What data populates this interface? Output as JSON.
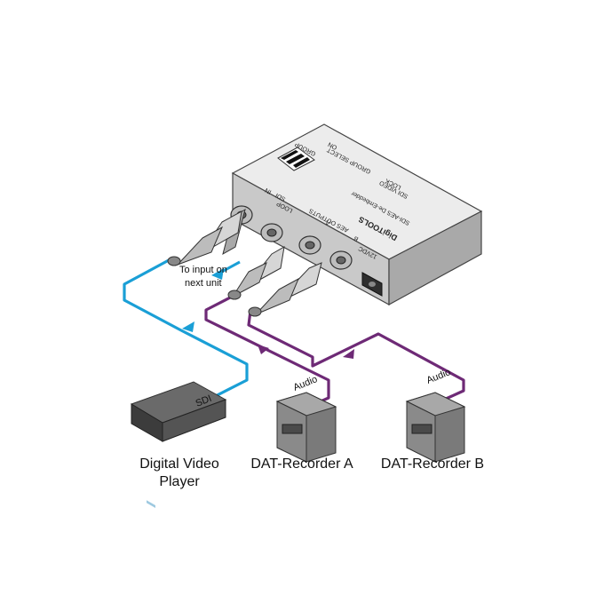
{
  "colors": {
    "sdi_cable": "#1a9fd6",
    "audio_cable": "#6e2a76",
    "device_body": "#e9e9e9",
    "device_front": "#c4c4c4",
    "recorder_body": "#777777",
    "player_body": "#6a6a6a"
  },
  "unit": {
    "brand": "DigiTOOLS",
    "model": "SDI-AES De-Embedder",
    "top_labels": {
      "on": "ON",
      "group": "GROUP",
      "group_select": "GROUP SELECT",
      "lock": "LOCK",
      "sdi_video": "SDI VIDEO"
    },
    "front_labels": {
      "loop": "LOOP",
      "in": "IN",
      "sdi": "SDI",
      "aes_outputs": "AES OUTPUTS",
      "out_a": "A",
      "out_b": "B",
      "power": "12VDC"
    }
  },
  "labels": {
    "to_input_line1": "To input on",
    "to_input_line2": "next unit",
    "sdi": "SDI",
    "audio_a": "Audio",
    "audio_b": "Audio",
    "player_line1": "Digital Video",
    "player_line2": "Player",
    "recorder_a": "DAT-Recorder A",
    "recorder_b": "DAT-Recorder B"
  },
  "icons": {
    "logo": "kramer-logo-icon",
    "arrow": "direction-arrow-icon"
  }
}
